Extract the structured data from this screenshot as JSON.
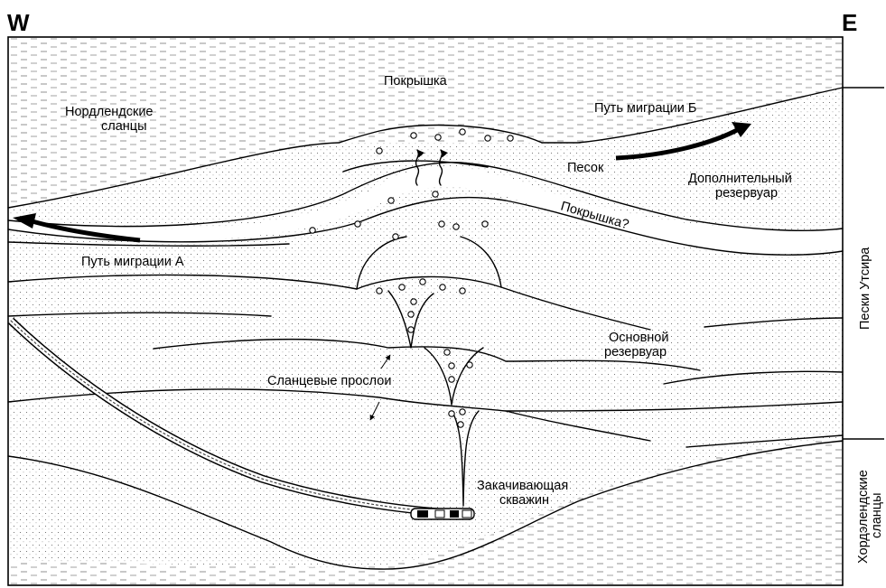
{
  "directions": {
    "west": "W",
    "east": "E"
  },
  "labels": {
    "caprock_top": "Покрышка",
    "nordland_shales": [
      "Нордлендские",
      "сланцы"
    ],
    "migration_path_b": "Путь миграции Б",
    "sand": "Песок",
    "additional_reservoir": [
      "Дополнительный",
      "резервуар"
    ],
    "caprock_question": "Покрышка?",
    "migration_path_a": "Путь миграции А",
    "main_reservoir": [
      "Основной",
      "резервуар"
    ],
    "shale_interbeds": "Сланцевые прослои",
    "injection_well": [
      "Закачивающая",
      "скважин"
    ]
  },
  "side_labels": {
    "utsira_sands": "Пески Утсира",
    "hordaland_shales": [
      "Хордэлендские",
      "сланцы"
    ]
  }
}
